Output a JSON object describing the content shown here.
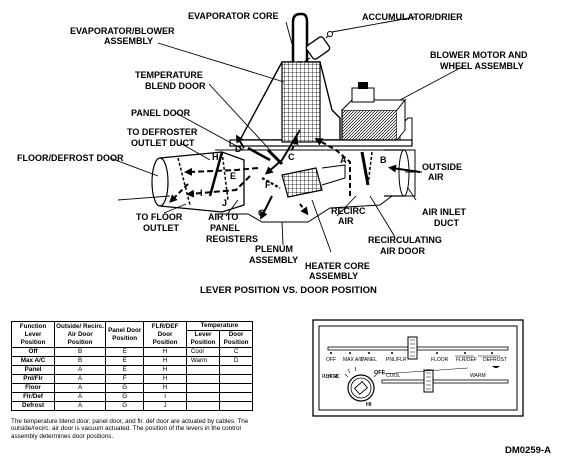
{
  "labels": {
    "evaporator_core": "EVAPORATOR CORE",
    "accumulator_drier": "ACCUMULATOR/DRIER",
    "evaporator_blower_1": "EVAPORATOR/BLOWER",
    "evaporator_blower_2": "ASSEMBLY",
    "blower_motor_1": "BLOWER MOTOR AND",
    "blower_motor_2": "WHEEL ASSEMBLY",
    "temp_blend_1": "TEMPERATURE",
    "temp_blend_2": "BLEND DOOR",
    "panel_door": "PANEL DOOR",
    "to_defroster_1": "TO DEFROSTER",
    "to_defroster_2": "OUTLET DUCT",
    "floor_defrost_door": "FLOOR/DEFROST DOOR",
    "outside_air_1": "OUTSIDE",
    "outside_air_2": "AIR",
    "recirc_air_1": "RECIRC",
    "recirc_air_2": "AIR",
    "air_inlet_1": "AIR INLET",
    "air_inlet_2": "DUCT",
    "to_floor_1": "TO FLOOR",
    "to_floor_2": "OUTLET",
    "air_to_panel_1": "AIR TO",
    "air_to_panel_2": "PANEL",
    "air_to_panel_3": "REGISTERS",
    "recirc_door_1": "RECIRCULATING",
    "recirc_door_2": "AIR DOOR",
    "plenum_1": "PLENUM",
    "plenum_2": "ASSEMBLY",
    "heater_core_1": "HEATER CORE",
    "heater_core_2": "ASSEMBLY"
  },
  "door_letters": [
    "A",
    "B",
    "C",
    "D",
    "E",
    "F",
    "G",
    "H",
    "I",
    "J"
  ],
  "section_title": "LEVER POSITION VS. DOOR POSITION",
  "table": {
    "headers": {
      "function": "Function Lever Position",
      "outside": "Outside/ Recirc. Air Door Position",
      "panel": "Panel Door Position",
      "flrdef": "FLR/DEF Door Position",
      "temperature": "Temperature",
      "lever": "Lever Position",
      "door": "Door Position"
    },
    "rows": [
      {
        "function": "Off",
        "outside": "B",
        "panel": "E",
        "flrdef": "H",
        "lever": "Cool",
        "door": "C"
      },
      {
        "function": "Max A/C",
        "outside": "B",
        "panel": "E",
        "flrdef": "H",
        "lever": "Warm",
        "door": "D"
      },
      {
        "function": "Panel",
        "outside": "A",
        "panel": "E",
        "flrdef": "H",
        "lever": "",
        "door": ""
      },
      {
        "function": "Pnl/Flr",
        "outside": "A",
        "panel": "F",
        "flrdef": "H",
        "lever": "",
        "door": ""
      },
      {
        "function": "Floor",
        "outside": "A",
        "panel": "G",
        "flrdef": "H",
        "lever": "",
        "door": ""
      },
      {
        "function": "Flr/Def",
        "outside": "A",
        "panel": "G",
        "flrdef": "I",
        "lever": "",
        "door": ""
      },
      {
        "function": "Defrost",
        "outside": "A",
        "panel": "G",
        "flrdef": "J",
        "lever": "",
        "door": ""
      }
    ]
  },
  "note": "The temperature blend door, panel door, and flr. def door are actuated by cables. The outside/recirc. air door is vacuum actuated. The position of the levers in the control assembly determines door positions.",
  "control_panel": {
    "off": "OFF",
    "max_ac": "MAX A/C",
    "panel": "PANEL",
    "pnl_flr": "PNL/FLR",
    "floor": "FLOOR",
    "flr_def": "FLR/DEF",
    "defrost": "DEFROST",
    "cool": "COOL",
    "warm": "WARM",
    "push_for_ac": "PUSH FOR A/C",
    "knob_off": "OFF",
    "knob_hi": "HI"
  },
  "figure_id": "DM0259-A"
}
